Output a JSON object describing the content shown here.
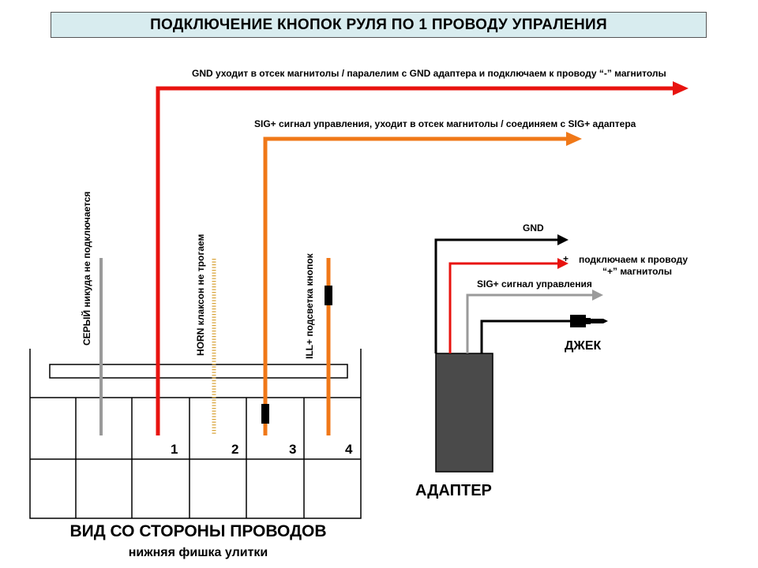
{
  "title": "ПОДКЛЮЧЕНИЕ КНОПОК РУЛЯ ПО 1 ПРОВОДУ УПРАЛЕНИЯ",
  "wires": {
    "gnd_note": "GND уходит в отсек магнитолы / паралелим с GND адаптера и подключаем к проводу “-” магнитолы",
    "sig_note": "SIG+ сигнал управления, уходит в отсек магнитолы / соединяем с SIG+ адаптера",
    "gray_note": "СЕРЫЙ никуда не подключается",
    "horn_note": "HORN  клаксон не трогаем",
    "ill_note": "ILL+ подсветка кнопок"
  },
  "connector": {
    "pins": [
      "1",
      "2",
      "3",
      "4"
    ],
    "caption": "ВИД СО СТОРОНЫ ПРОВОДОВ",
    "subcaption": "нижняя фишка улитки"
  },
  "adapter": {
    "label": "АДАПТЕР",
    "gnd": "GND",
    "plus_mark": "+",
    "plus_line1": "подключаем к проводу",
    "plus_line2": "“+” магнитолы",
    "sig": "SIG+ сигнал управления",
    "jack": "ДЖЕК"
  },
  "colors": {
    "red": "#e8130f",
    "orange": "#f07818",
    "gray": "#9a9a9a",
    "horn": "#d9a43a",
    "title_bg": "#d8ecef"
  }
}
